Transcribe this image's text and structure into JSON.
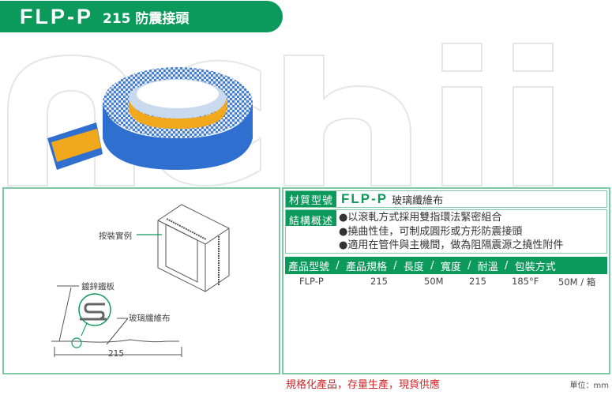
{
  "header": {
    "model": "FLP-P",
    "title": "215 防震接頭"
  },
  "colors": {
    "brand_green": "#0c9a5c",
    "border_green": "#7fcaa6",
    "note_red": "#d0262a"
  },
  "diagram": {
    "install_label": "按裝實例",
    "sheet_label": "鍍鋅鐵板",
    "fabric_label": "玻璃纖維布",
    "dimension": "215"
  },
  "spec": {
    "material_label": "材質型號",
    "material_model": "FLP-P",
    "material_value": "玻璃纖維布",
    "structure_label": "結構概述",
    "structure_items": [
      "●以滾軋方式採用雙指環法緊密組合",
      "●撓曲性佳，可制成圓形或方形防震接頭",
      "●適用在管件與主機間，做為阻隔震源之撓性附件"
    ],
    "table_headers": [
      "產品型號",
      "產品規格",
      "長度",
      "寬度",
      "耐溫",
      "包裝方式"
    ],
    "table_rows": [
      [
        "FLP-P",
        "215",
        "50M",
        "215",
        "185°F",
        "50M / 箱"
      ]
    ]
  },
  "footer": {
    "note": "規格化產品，存量生產，現貨供應",
    "unit": "單位：mm"
  }
}
